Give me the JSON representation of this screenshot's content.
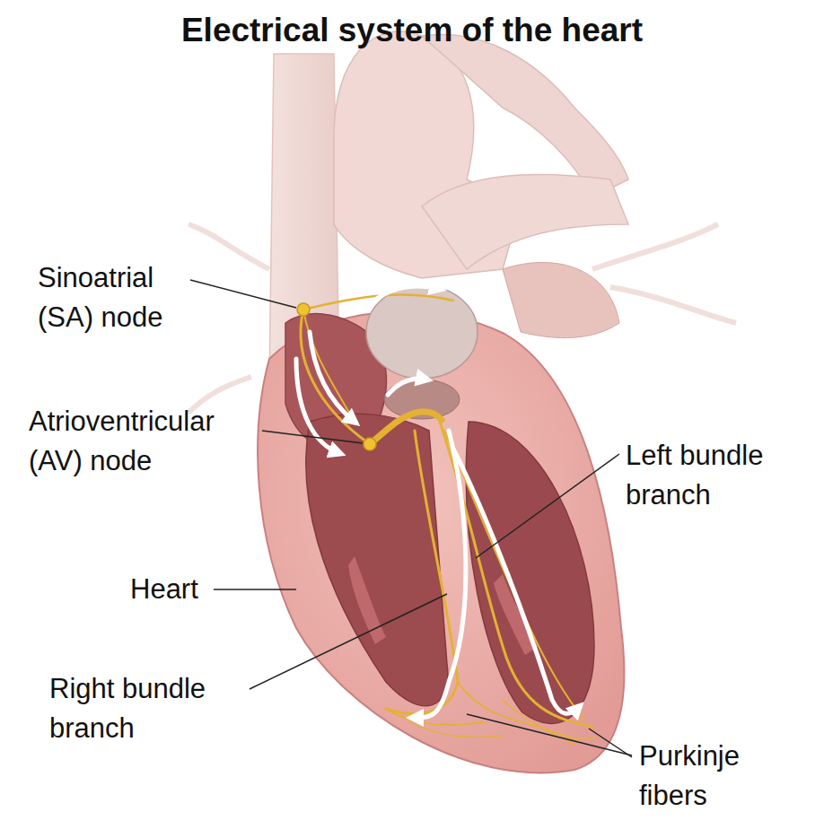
{
  "diagram": {
    "title": "Electrical system of the heart",
    "labels": [
      "Sinoatrial (SA) node",
      "Atrioventricular (AV) node",
      "Heart",
      "Left bundle branch",
      "Right bundle branch",
      "Purkinje fibers"
    ]
  }
}
